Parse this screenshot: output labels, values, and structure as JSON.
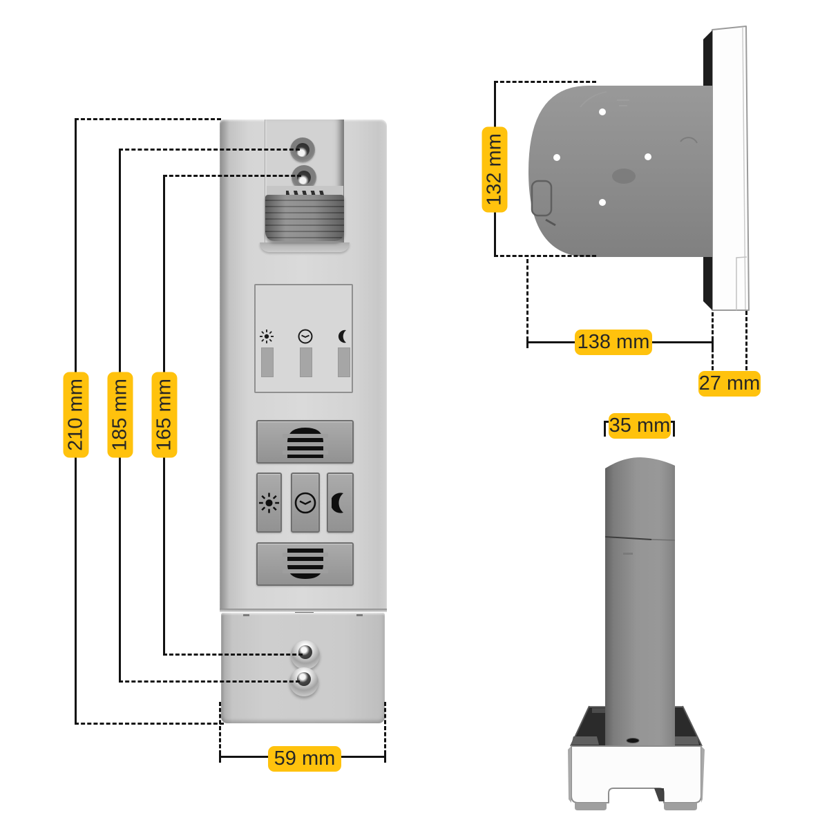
{
  "title": "Belt winder dimension diagram",
  "colors": {
    "label_bg": "#FFC20D",
    "label_text": "#262626",
    "dimension_line": "#121212",
    "housing_light_grey": "#d5d5d5",
    "button_grey": "#9e9e9e",
    "top_view_grey": "#8c8c8c",
    "base_dark": "#2b2b2b",
    "cover_white": "#fcfcfc"
  },
  "front_view": {
    "dim_overall_height": "210 mm",
    "dim_hole_span_outer": "185 mm",
    "dim_hole_span_inner": "165 mm",
    "dim_width": "59 mm",
    "display_icon_names": [
      "sun-icon",
      "timer-icon",
      "moon-icon"
    ],
    "button_icon_names": [
      "shutter-up-icon",
      "sun-icon",
      "timer-icon",
      "moon-icon",
      "shutter-down-icon"
    ]
  },
  "top_view": {
    "dim_body_depth": "132 mm",
    "dim_overall_depth": "138 mm",
    "dim_cover_thickness": "27 mm"
  },
  "side_view": {
    "dim_body_width": "35 mm"
  }
}
